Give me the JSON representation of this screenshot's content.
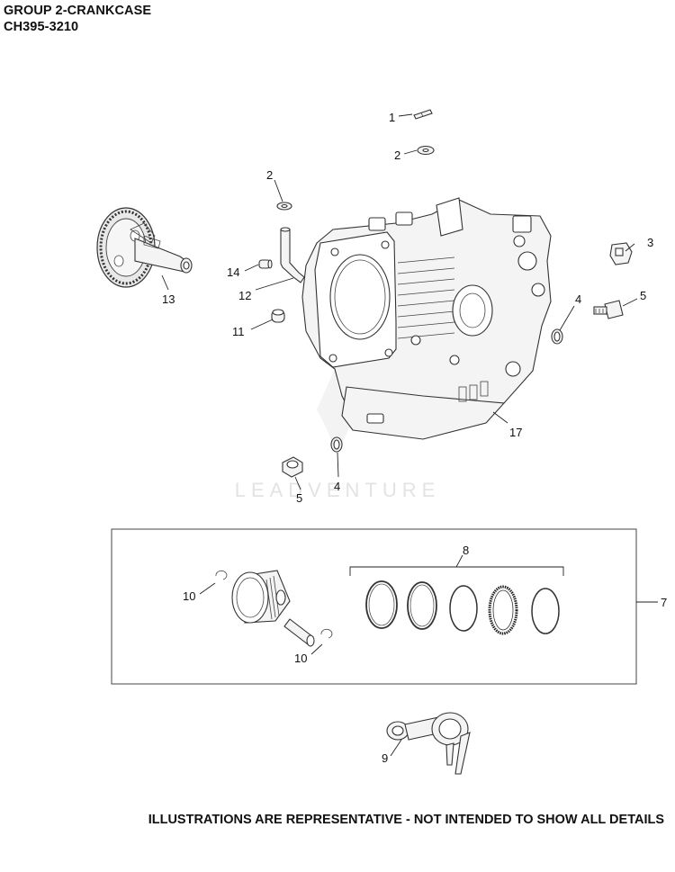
{
  "header": {
    "title": "GROUP 2-CRANKCASE",
    "model": "CH395-3210"
  },
  "footer": {
    "note": "ILLUSTRATIONS ARE REPRESENTATIVE - NOT INTENDED TO SHOW ALL DETAILS"
  },
  "watermark": {
    "text": "LEADVENTURE"
  },
  "callouts": [
    {
      "id": "c1",
      "label": "1"
    },
    {
      "id": "c2a",
      "label": "2"
    },
    {
      "id": "c2b",
      "label": "2"
    },
    {
      "id": "c3",
      "label": "3"
    },
    {
      "id": "c4a",
      "label": "4"
    },
    {
      "id": "c4b",
      "label": "4"
    },
    {
      "id": "c5a",
      "label": "5"
    },
    {
      "id": "c5b",
      "label": "5"
    },
    {
      "id": "c7",
      "label": "7"
    },
    {
      "id": "c8",
      "label": "8"
    },
    {
      "id": "c9",
      "label": "9"
    },
    {
      "id": "c10a",
      "label": "10"
    },
    {
      "id": "c10b",
      "label": "10"
    },
    {
      "id": "c11",
      "label": "11"
    },
    {
      "id": "c12",
      "label": "12"
    },
    {
      "id": "c13",
      "label": "13"
    },
    {
      "id": "c14",
      "label": "14"
    },
    {
      "id": "c17",
      "label": "17"
    }
  ]
}
